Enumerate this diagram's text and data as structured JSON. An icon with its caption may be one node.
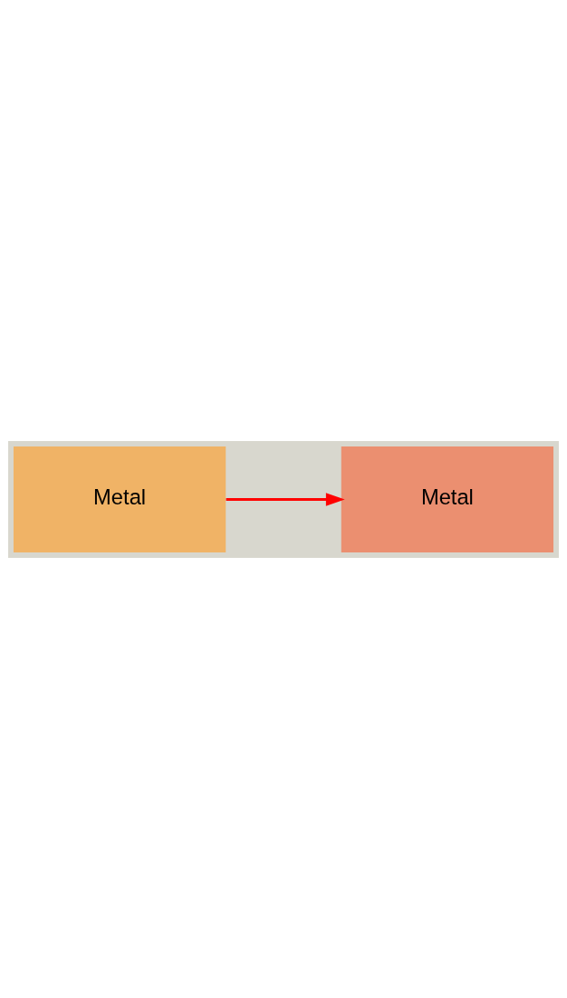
{
  "diagram": {
    "nodes": [
      {
        "text": [
          "Metal"
        ]
      },
      {
        "text": [
          "Metal"
        ]
      }
    ],
    "edges": [
      {
        "from": 0,
        "to": 1,
        "arrow": "to",
        "color": "#ff0000"
      }
    ]
  }
}
